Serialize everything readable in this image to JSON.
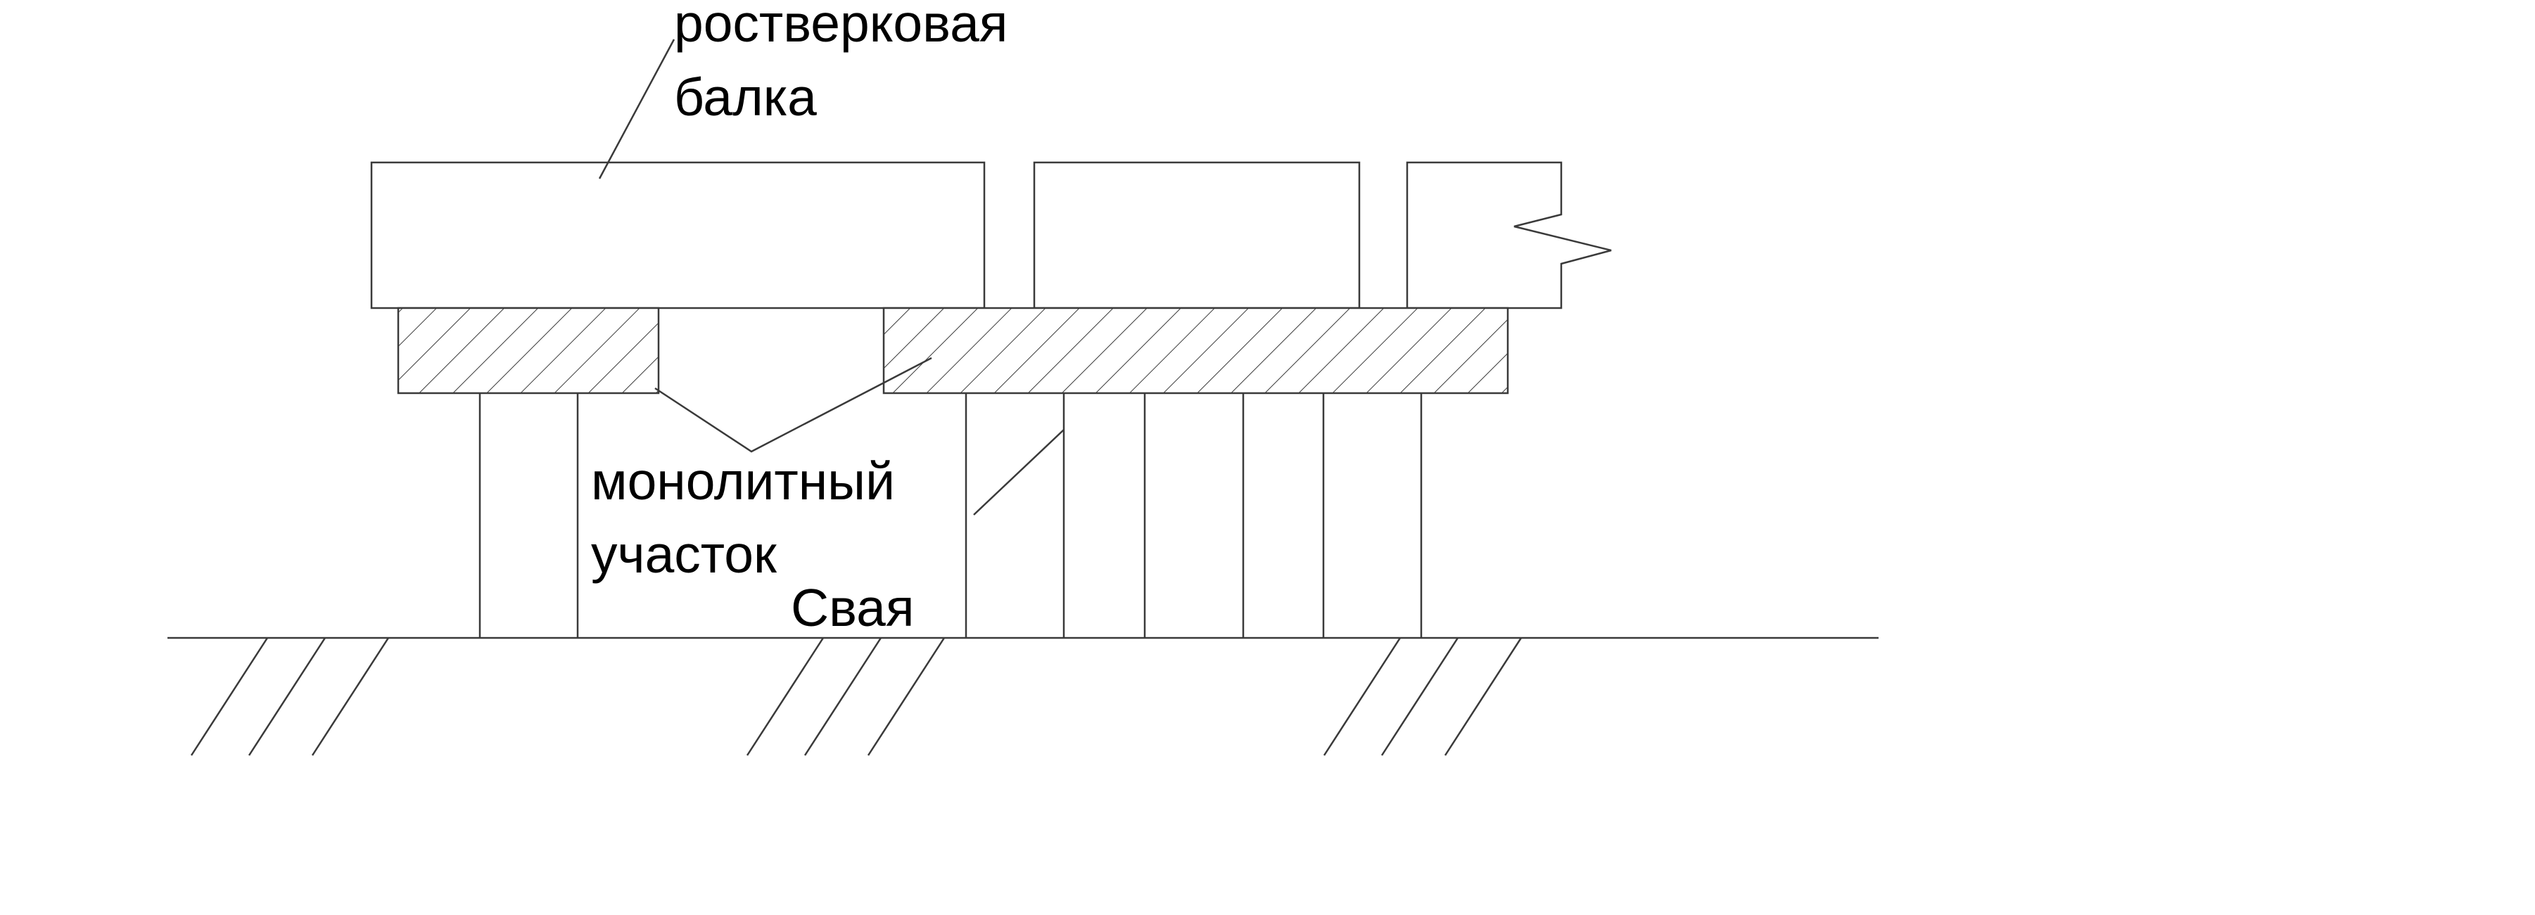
{
  "labels": {
    "grillage_beam": [
      "ростверковая",
      "балка"
    ],
    "monolithic_section": [
      "монолитный",
      "участок"
    ],
    "pile": "Свая"
  }
}
